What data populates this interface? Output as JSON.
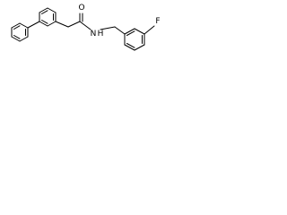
{
  "molecule": {
    "atoms": {
      "oxygen": "O",
      "nitrogen": "N",
      "hydrogen": "H",
      "fluorine": "F"
    }
  },
  "colors": {
    "bond": "#000000",
    "label": "#000000",
    "background": "#ffffff"
  }
}
